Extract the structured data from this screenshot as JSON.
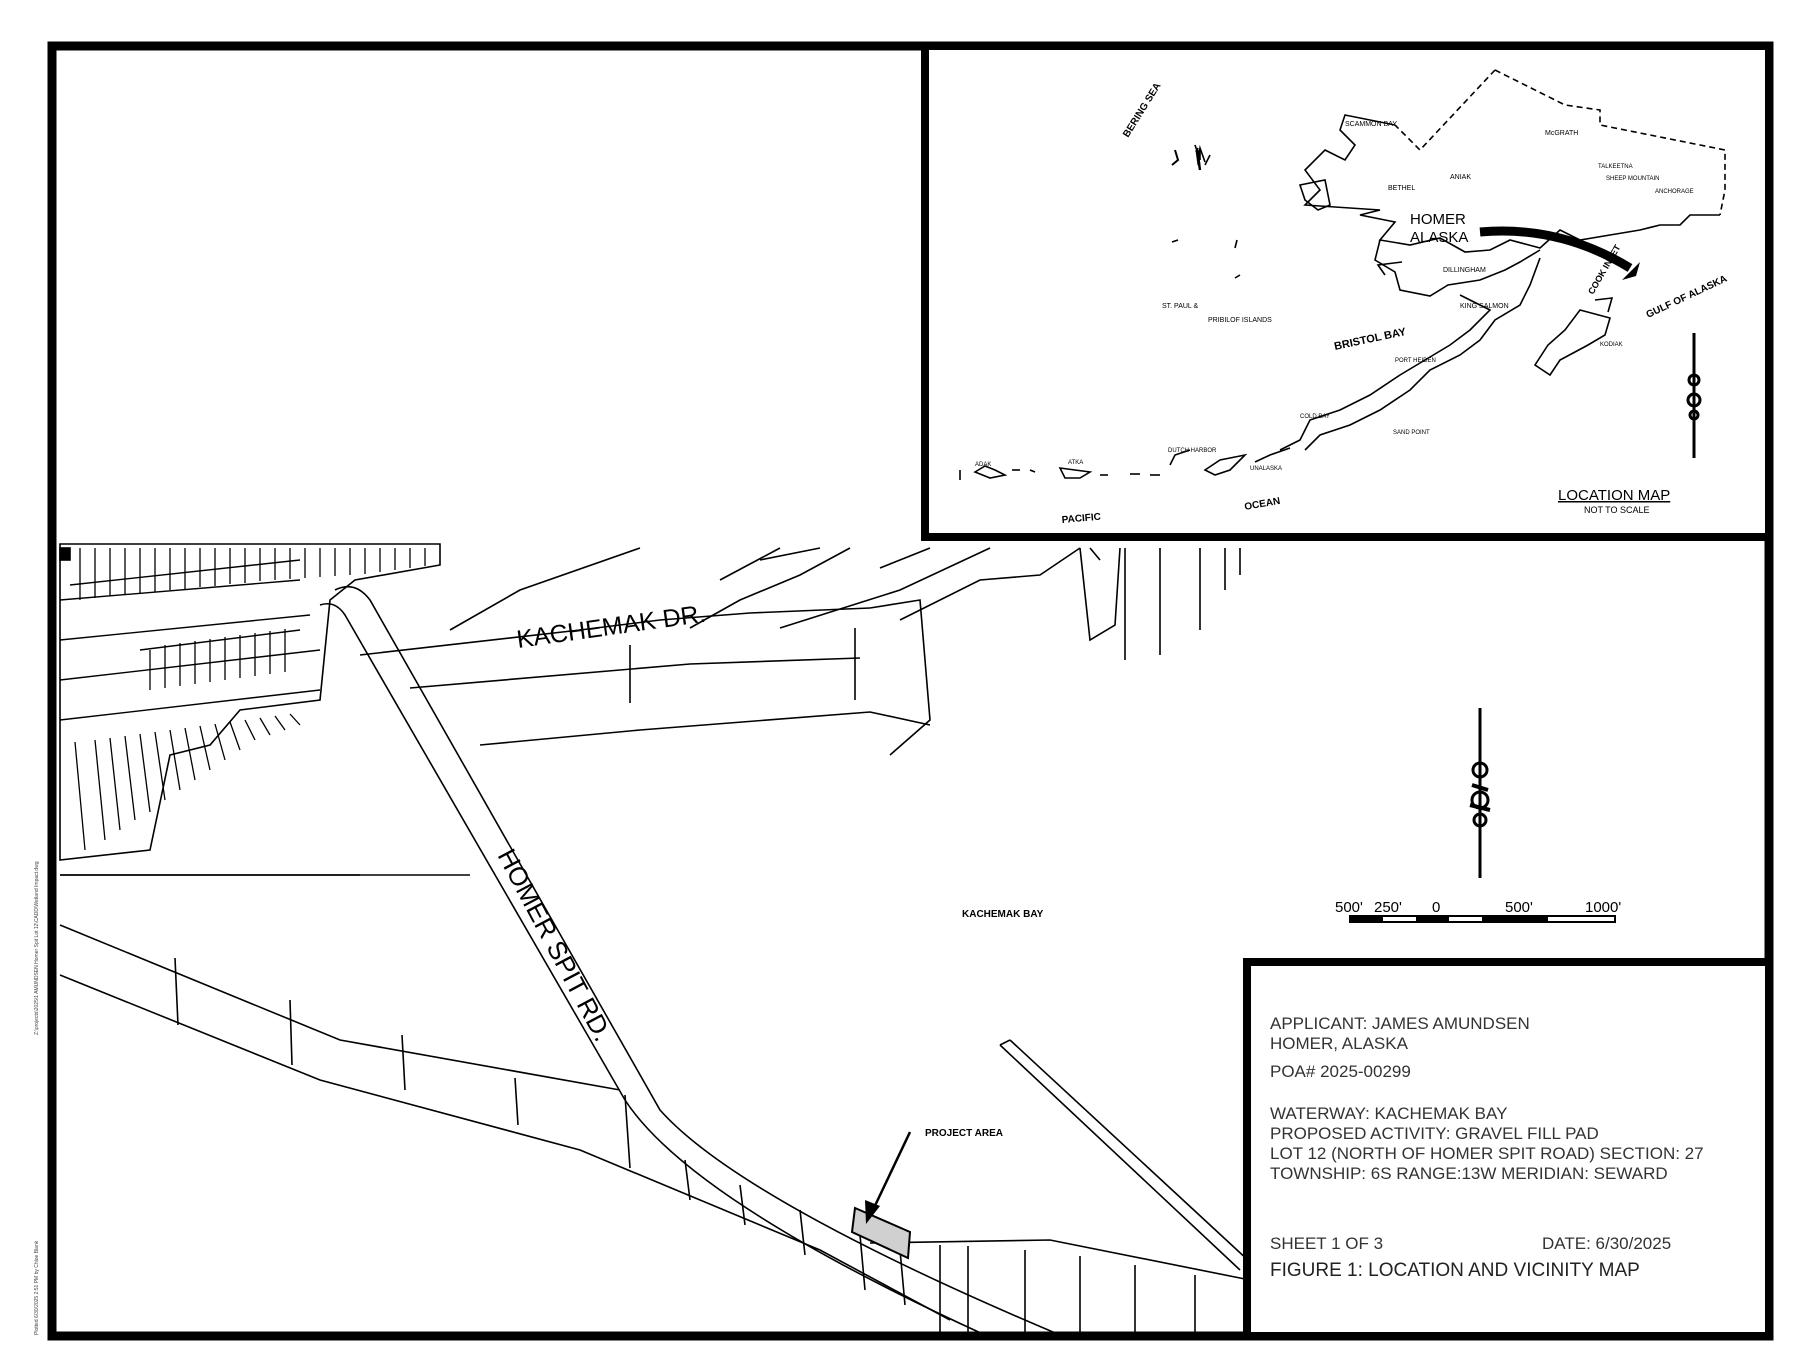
{
  "labels": {
    "kachemak_dr": "KACHEMAK DR.",
    "homer_spit_rd": "HOMER SPIT RD.",
    "kachemak_bay": "KACHEMAK BAY",
    "project_area": "PROJECT AREA"
  },
  "inset": {
    "homer_label_line1": "HOMER",
    "homer_label_line2": "ALASKA",
    "title": "LOCATION MAP",
    "subtitle": "NOT TO SCALE",
    "places": {
      "bering_sea": "BERING SEA",
      "bristol_bay": "BRISTOL BAY",
      "gulf_of_alaska": "GULF OF ALASKA",
      "pacific": "PACIFIC",
      "ocean": "OCEAN",
      "scammon_bay": "SCAMMON BAY",
      "mcgrath": "McGRATH",
      "bethel": "BETHEL",
      "aniak": "ANIAK",
      "talkeetna": "TALKEETNA",
      "sheep_mountain": "SHEEP MOUNTAIN",
      "anchorage": "ANCHORAGE",
      "dillingham": "DILLINGHAM",
      "king_salmon": "KING SALMON",
      "st_paul": "ST. PAUL &",
      "pribilof": "PRIBILOF ISLANDS",
      "port_heiden": "PORT HEIDEN",
      "kodiak": "KODIAK",
      "cold_bay": "COLD BAY",
      "sand_point": "SAND POINT",
      "dutch_harbor": "DUTCH HARBOR",
      "unalaska": "UNALASKA",
      "adak": "ADAK",
      "atka": "ATKA",
      "cook_inlet": "COOK INLET"
    }
  },
  "scale_bar": {
    "ticks": [
      "500'",
      "250'",
      "0",
      "500'",
      "1000'"
    ]
  },
  "info": {
    "applicant": "APPLICANT: JAMES AMUNDSEN",
    "location": "HOMER, ALASKA",
    "poa": "POA# 2025-00299",
    "waterway": "WATERWAY: KACHEMAK BAY",
    "activity": "PROPOSED ACTIVITY: GRAVEL FILL PAD",
    "lot": "LOT 12 (NORTH OF HOMER SPIT ROAD) SECTION: 27",
    "township": "TOWNSHIP: 6S RANGE:13W  MERIDIAN: SEWARD",
    "sheet": "SHEET  1  OF 3",
    "date": "DATE: 6/30/2025",
    "figure": "FIGURE 1: LOCATION AND VICINITY MAP"
  },
  "side_text": {
    "plotted": "Plotted 6/30/2025 2:51 PM by Chloe Blank",
    "path": "Z:\\projects\\2025\\1 AMUNDSEN Homer Spit Lot 12\\CADD\\Wetland Impact.dwg"
  }
}
